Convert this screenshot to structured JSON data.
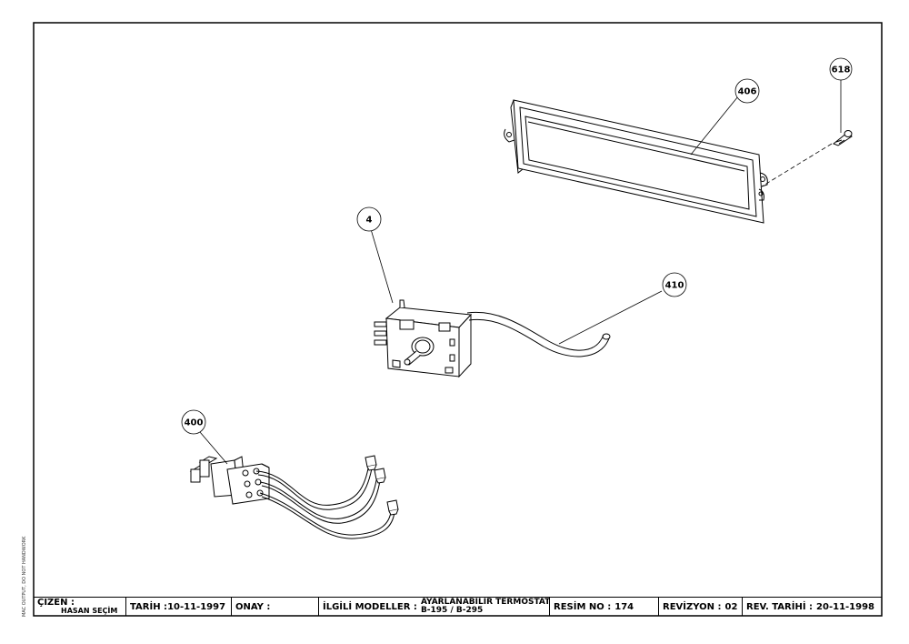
{
  "side_note": "MAC OUTPUT, DO NOT HANDWORK",
  "callouts": {
    "c618": "618",
    "c406": "406",
    "c4": "4",
    "c410": "410",
    "c400": "400"
  },
  "title_block": {
    "cizen_label": "ÇİZEN :",
    "cizen_name": "HASAN SEÇİM",
    "tarih_label": "TARİH :",
    "tarih_value": "10-11-1997",
    "onay_label": "ONAY :",
    "ilgili_label": "İLGİLİ MODELLER :",
    "ilgili_line1": "AYARLANABİLİR TERMOSTAT",
    "ilgili_line2": "B-195 / B-295",
    "resim_label": "RESİM NO :",
    "resim_value": "174",
    "revizyon_label": "REVİZYON :",
    "revizyon_value": "02",
    "rev_tarihi_label": "REV. TARİHİ :",
    "rev_tarihi_value": "20-11-1998"
  }
}
